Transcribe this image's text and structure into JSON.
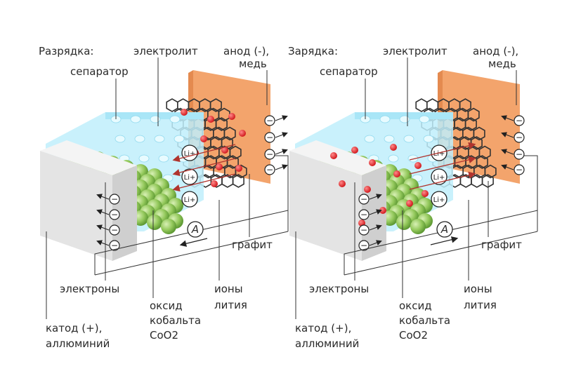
{
  "panels": [
    {
      "id": "discharge",
      "title": "Разрядка:",
      "labels": {
        "electrolyte": "электролит",
        "anode_line1": "анод (-),",
        "anode_line2": "медь",
        "separator": "сепаратор",
        "graphite": "графит",
        "electrons": "электроны",
        "ions_line1": "ионы",
        "ions_line2": "лития",
        "oxide_line1": "оксид",
        "oxide_line2": "кобальта",
        "oxide_line3": "CoO2",
        "cathode_line1": "катод (+),",
        "cathode_line2": "аллюминий"
      },
      "ion_symbol": "Li+",
      "ammeter_symbol": "A",
      "electron_symbol": "−"
    },
    {
      "id": "charge",
      "title": "Зарядка:",
      "labels": {
        "electrolyte": "электролит",
        "anode_line1": "анод (-),",
        "anode_line2": "медь",
        "separator": "сепаратор",
        "graphite": "графит",
        "electrons": "электроны",
        "ions_line1": "ионы",
        "ions_line2": "лития",
        "oxide_line1": "оксид",
        "oxide_line2": "кобальта",
        "oxide_line3": "CoO2",
        "cathode_line1": "катод (+),",
        "cathode_line2": "аллюминий"
      },
      "ion_symbol": "Li+",
      "ammeter_symbol": "A",
      "electron_symbol": "−"
    }
  ],
  "colors": {
    "anode": "#f3a46c",
    "electrolyte": "#bfeffb",
    "cathode_plate": "#e2e2e2",
    "cobalt_oxide": "#93c85b",
    "lithium_ion": "#e8272b",
    "graphite_line": "#333333",
    "arrow": "#b0342e"
  }
}
